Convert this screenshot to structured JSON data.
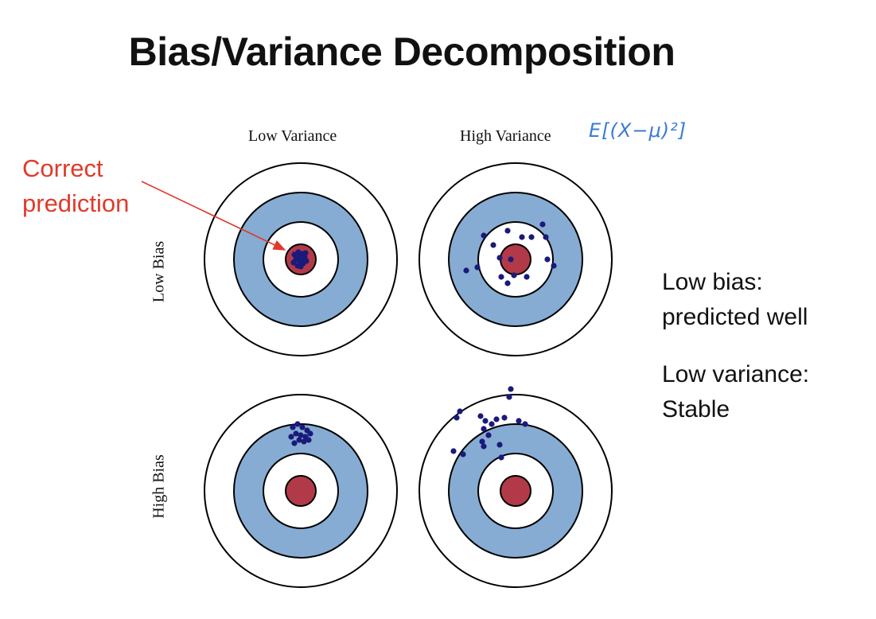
{
  "title": "Bias/Variance Decomposition",
  "column_labels": {
    "low": "Low Variance",
    "high": "High Variance"
  },
  "row_labels": {
    "low": "Low Bias",
    "high": "High Bias"
  },
  "formula": "E[(X−μ)²]",
  "callout": {
    "line1": "Correct",
    "line2": "prediction"
  },
  "notes": {
    "low_bias_line1": "Low bias:",
    "low_bias_line2": "predicted well",
    "low_var_line1": "Low variance:",
    "low_var_line2": "Stable"
  },
  "colors": {
    "bullseye": "#b23a48",
    "ring_blue": "#86acd3",
    "dot": "#1a1a7a",
    "callout_red": "#e03a2b",
    "formula_blue": "#3a7bd5"
  }
}
